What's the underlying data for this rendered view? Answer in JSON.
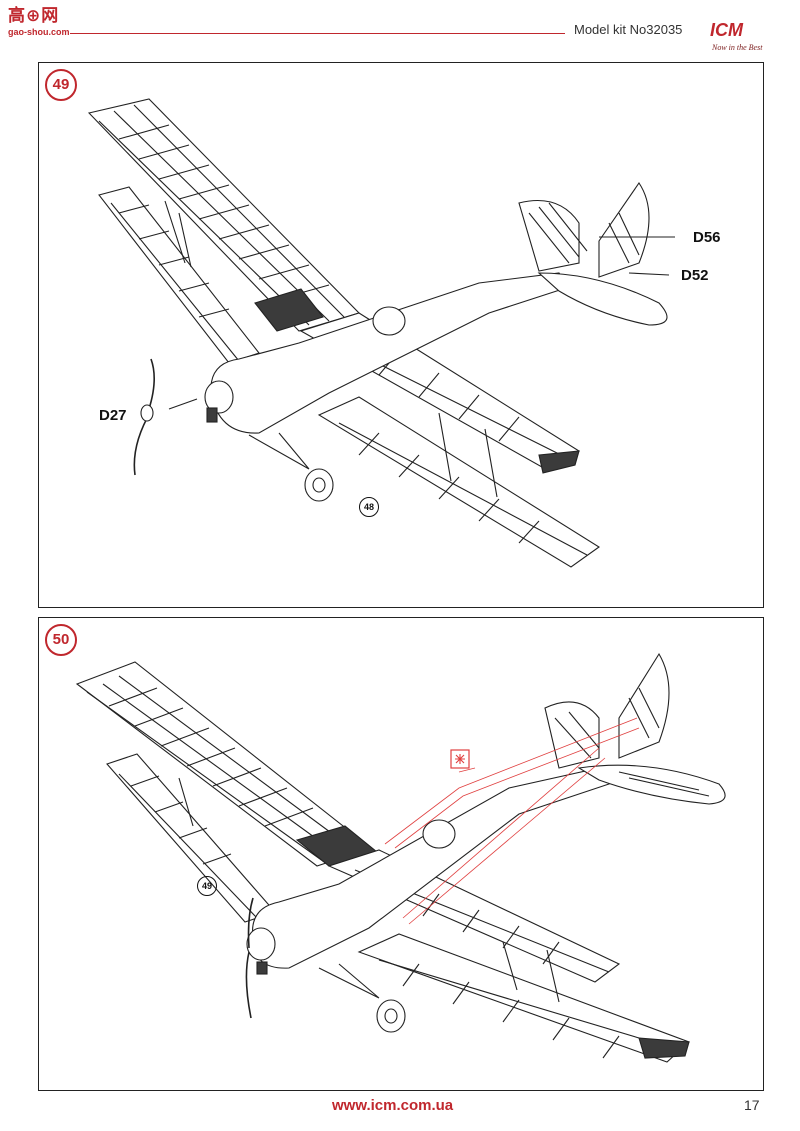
{
  "watermark": {
    "top": "高⊕网",
    "bottom": "gao-shou.com"
  },
  "header": {
    "model_kit": "Model kit No32035"
  },
  "logo": {
    "brand": "ICM",
    "tagline": "Now in the Best"
  },
  "step49": {
    "number": "49",
    "labels": {
      "d56": "D56",
      "d52": "D52",
      "d27": "D27"
    },
    "ref_step": "48"
  },
  "step50": {
    "number": "50",
    "ref_step": "49"
  },
  "footer": {
    "url": "www.icm.com.ua",
    "page": "17"
  },
  "colors": {
    "accent": "#c0272d",
    "rigging": "#e04040"
  }
}
